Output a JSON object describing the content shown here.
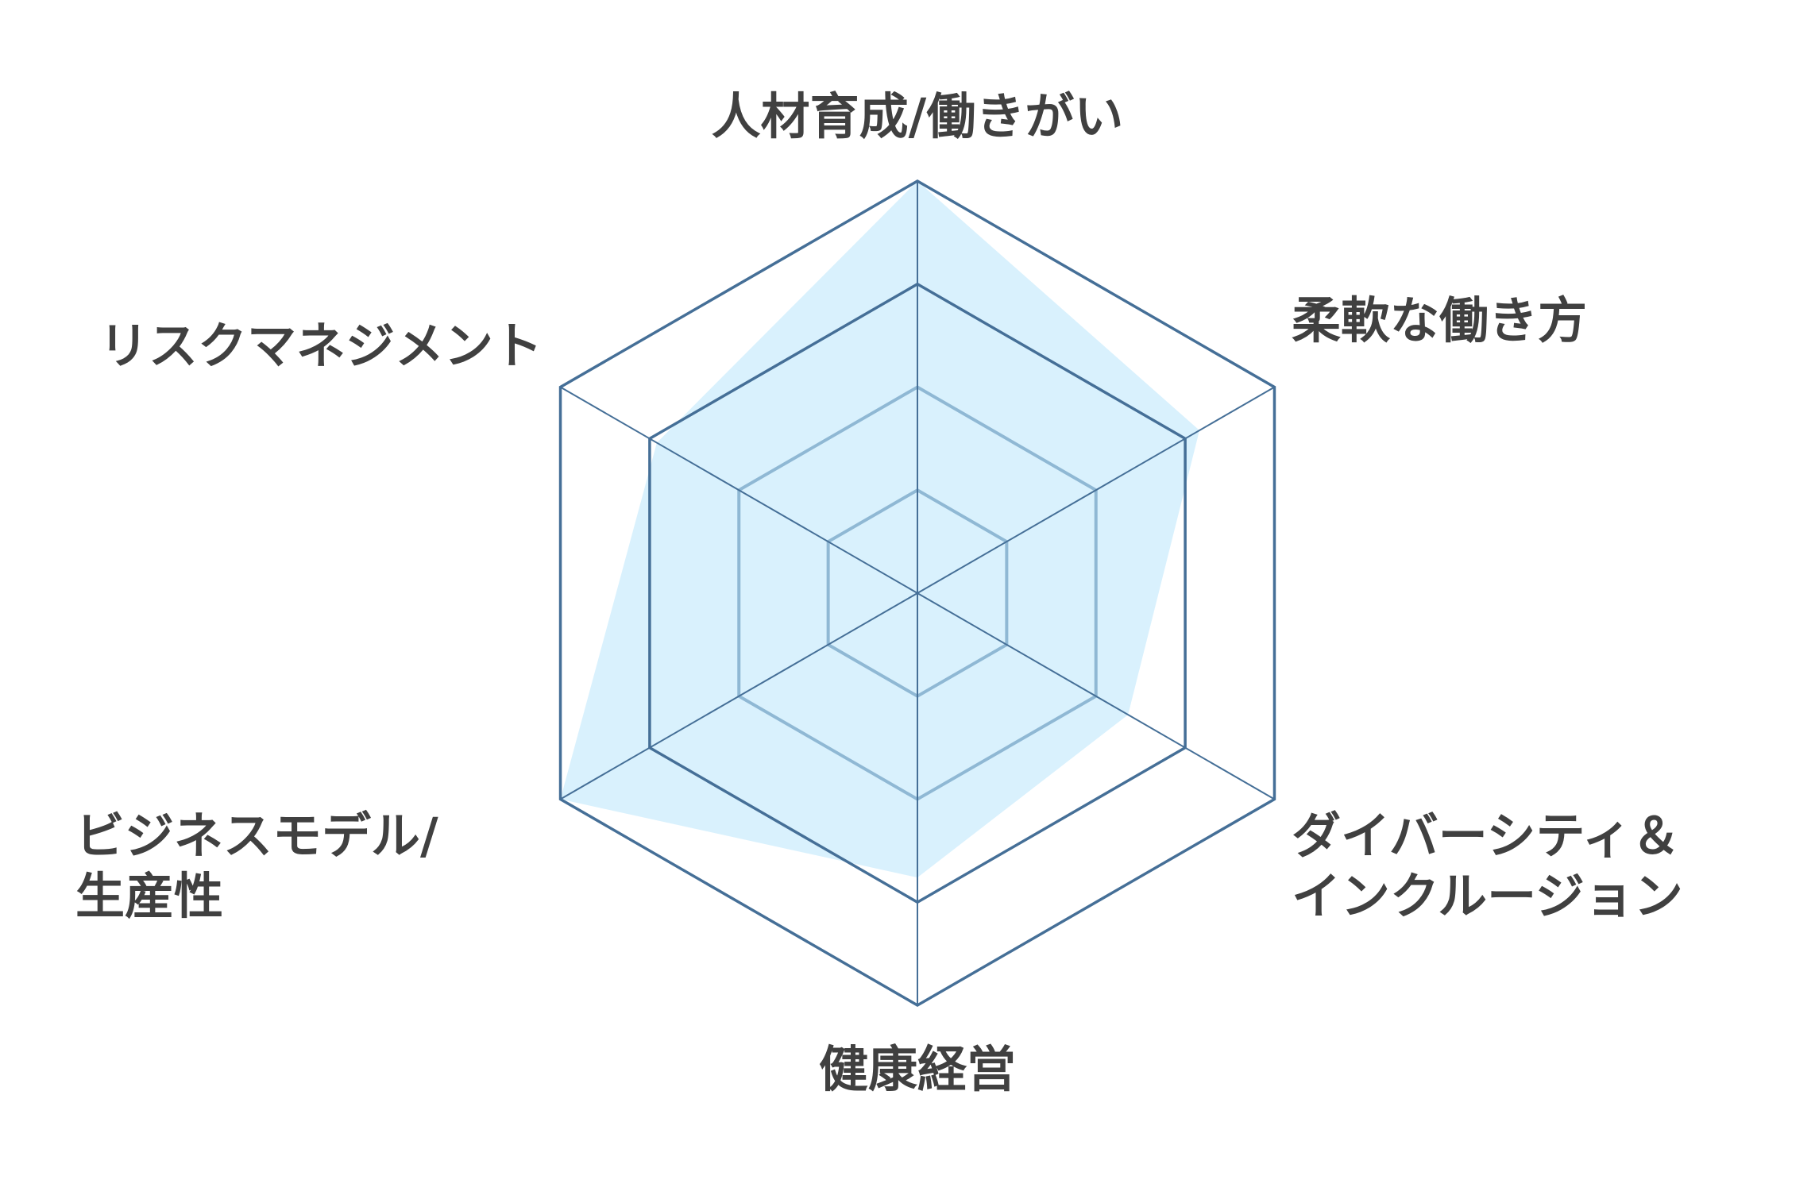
{
  "chart_data": {
    "type": "radar",
    "title": "",
    "axes": [
      {
        "label_lines": [
          "人材育成/働きがい"
        ],
        "value": 100
      },
      {
        "label_lines": [
          "柔軟な働き方"
        ],
        "value": 79
      },
      {
        "label_lines": [
          "ダイバーシティ＆",
          "インクルージョン"
        ],
        "value": 59
      },
      {
        "label_lines": [
          "健康経営"
        ],
        "value": 69
      },
      {
        "label_lines": [
          "ビジネスモデル/",
          "生産性"
        ],
        "value": 100
      },
      {
        "label_lines": [
          "リスクマネジメント"
        ],
        "value": 73
      }
    ],
    "range": [
      0,
      100
    ],
    "grid_levels": [
      25,
      50,
      75,
      100
    ],
    "colors": {
      "fill": "#d9f1fd",
      "grid_outer": "#456f97",
      "grid_inner": "#8fb8d4",
      "text": "#404040"
    }
  }
}
